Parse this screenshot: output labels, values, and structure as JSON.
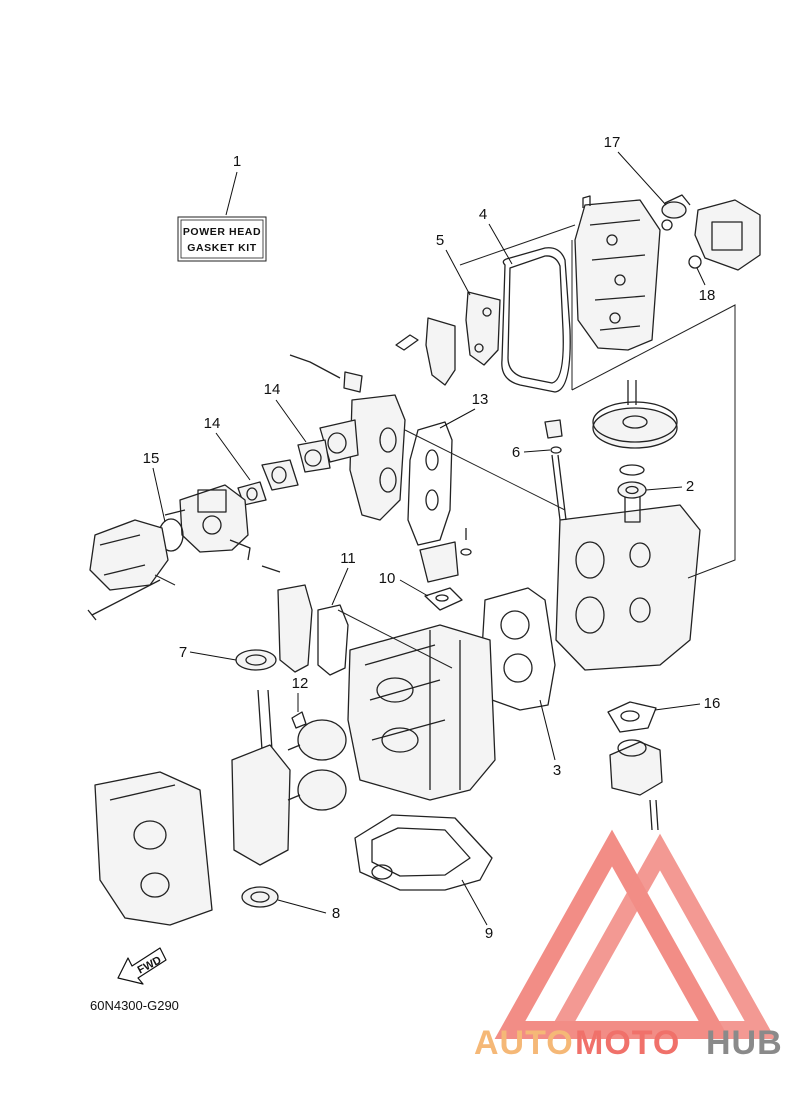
{
  "kit_label": {
    "line1": "POWER HEAD",
    "line2": "GASKET KIT"
  },
  "fwd_label": "FWD",
  "diagram_code": "60N4300-G290",
  "callouts": {
    "c1": "1",
    "c2": "2",
    "c3": "3",
    "c4": "4",
    "c5": "5",
    "c6": "6",
    "c7": "7",
    "c8": "8",
    "c9": "9",
    "c10": "10",
    "c11": "11",
    "c12": "12",
    "c13": "13",
    "c14a": "14",
    "c14b": "14",
    "c15": "15",
    "c16": "16",
    "c17": "17",
    "c18": "18"
  },
  "watermark": {
    "part1": "AUTO",
    "part2": "MOTO",
    "part3": "HUB",
    "color_orange": "#f5b877",
    "color_red": "#f0716a",
    "color_gray": "#8a8a8a"
  }
}
